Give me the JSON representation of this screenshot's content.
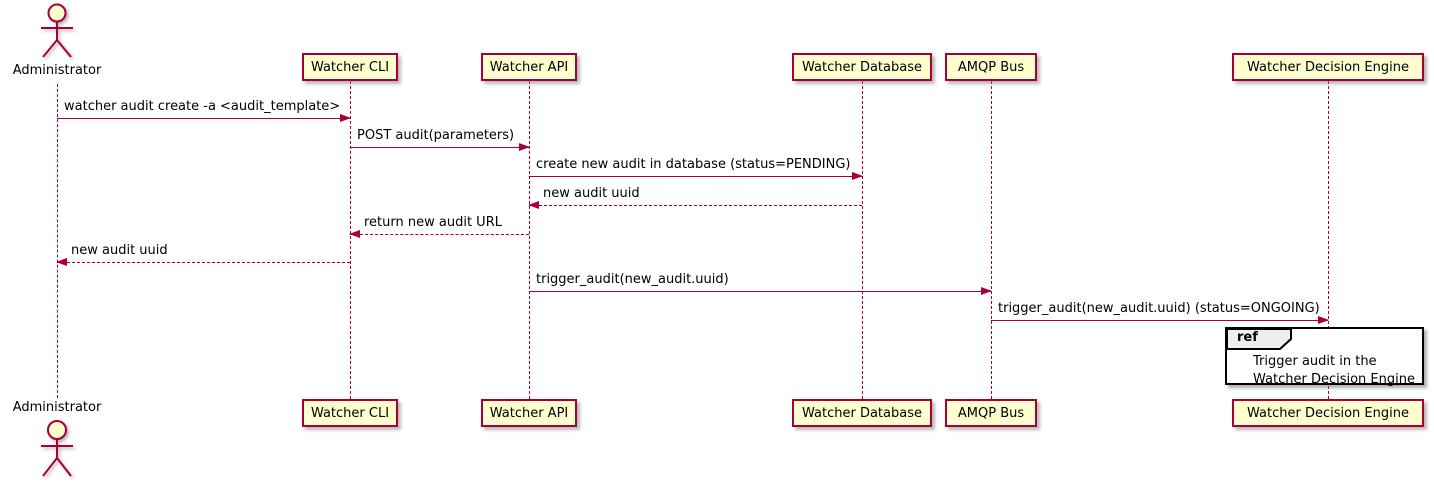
{
  "diagram_type": "sequence",
  "colors": {
    "arrow": "#A80036",
    "participant_fill": "#FEFECE",
    "participant_border": "#A80036",
    "lifeline": "#A80036",
    "ref_border": "#000000",
    "ref_label_fill": "#EEEEEE",
    "text": "#000000",
    "background": "#FFFFFF"
  },
  "actor": {
    "label": "Administrator"
  },
  "participants": [
    {
      "label": "Watcher CLI"
    },
    {
      "label": "Watcher API"
    },
    {
      "label": "Watcher Database"
    },
    {
      "label": "AMQP Bus"
    },
    {
      "label": "Watcher Decision Engine"
    }
  ],
  "messages": [
    {
      "text": "watcher audit create -a <audit_template>",
      "from": "Administrator",
      "to": "Watcher CLI",
      "line": "solid",
      "direction": "right"
    },
    {
      "text": "POST audit(parameters)",
      "from": "Watcher CLI",
      "to": "Watcher API",
      "line": "solid",
      "direction": "right"
    },
    {
      "text": "create new audit in database (status=PENDING)",
      "from": "Watcher API",
      "to": "Watcher Database",
      "line": "solid",
      "direction": "right"
    },
    {
      "text": "new audit uuid",
      "from": "Watcher Database",
      "to": "Watcher API",
      "line": "dashed",
      "direction": "left"
    },
    {
      "text": "return new audit URL",
      "from": "Watcher API",
      "to": "Watcher CLI",
      "line": "dashed",
      "direction": "left"
    },
    {
      "text": "new audit uuid",
      "from": "Watcher CLI",
      "to": "Administrator",
      "line": "dashed",
      "direction": "left"
    },
    {
      "text": "trigger_audit(new_audit.uuid)",
      "from": "Watcher API",
      "to": "AMQP Bus",
      "line": "solid",
      "direction": "right"
    },
    {
      "text": "trigger_audit(new_audit.uuid) (status=ONGOING)",
      "from": "AMQP Bus",
      "to": "Watcher Decision Engine",
      "line": "solid",
      "direction": "right"
    }
  ],
  "ref": {
    "keyword": "ref",
    "line1": "Trigger audit in the",
    "line2": "Watcher Decision Engine"
  }
}
